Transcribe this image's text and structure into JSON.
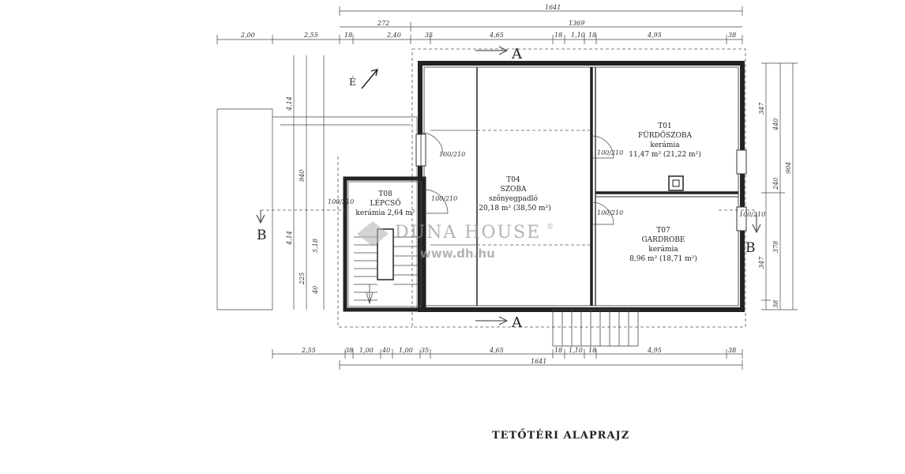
{
  "title": "TETŐTÉRI ALAPRAJZ",
  "section_a": "A",
  "section_b": "B",
  "north": "É",
  "watermark": {
    "brand": "DUNA HOUSE",
    "registered": "®",
    "url": "www.dh.hu"
  },
  "rooms": [
    {
      "code": "T01",
      "name": "FÜRDŐSZOBA",
      "floor": "kerámia",
      "area": "11,47 m² (21,22 m²)"
    },
    {
      "code": "T04",
      "name": "SZOBA",
      "floor": "szőnyegpadló",
      "area": "20,18 m² (38,50 m²)"
    },
    {
      "code": "T07",
      "name": "GARDROBE",
      "floor": "kerámia",
      "area": "8,96 m² (18,71 m²)"
    },
    {
      "code": "T08",
      "name": "LÉPCSŐ",
      "floor": "kerámia 2,64 m²"
    }
  ],
  "dims_top_total": "1641",
  "dims_top_row2": [
    "272",
    "1369"
  ],
  "dims_top_row3": [
    "2,00",
    "2,55",
    "18",
    "2,40",
    "35",
    "4,65",
    "18",
    "1,10",
    "18",
    "4,95",
    "38"
  ],
  "dims_bottom_row1": [
    "2,55",
    "38",
    "1,00",
    "40",
    "1,00",
    "35",
    "4,65",
    "18",
    "1,10",
    "18",
    "4,95",
    "38"
  ],
  "dims_bottom_total": "1641",
  "dims_right": [
    "347",
    "440",
    "904",
    "240",
    "378",
    "347",
    "38"
  ],
  "dims_left": [
    "4,14",
    "940",
    "5,18",
    "225",
    "4,14",
    "40"
  ],
  "door_labels": [
    "100/210",
    "100/210",
    "100/210",
    "100/210",
    "100/210",
    "100/210"
  ]
}
